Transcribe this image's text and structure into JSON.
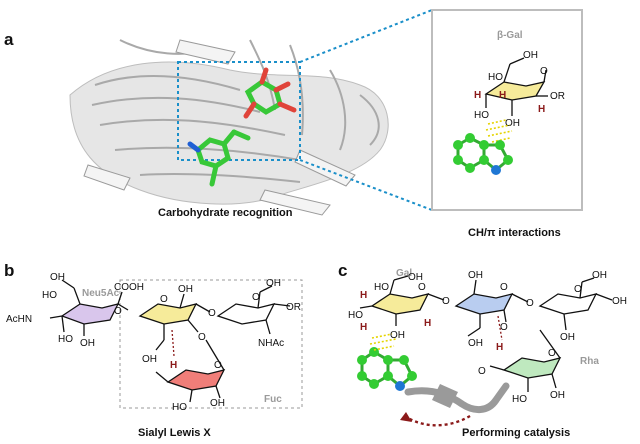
{
  "panels": {
    "a": {
      "label": "a",
      "caption": "Carbohydrate recognition",
      "inset_caption": "CH/π interactions",
      "inset_sugar": "β-Gal",
      "atoms": {
        "oh1": "OH",
        "oh2": "HO",
        "oh3": "HO",
        "oh4": "OH",
        "o": "O",
        "or": "OR",
        "h": "H"
      }
    },
    "b": {
      "label": "b",
      "caption": "Sialyl Lewis X",
      "sugars": {
        "neu5ac": "Neu5Ac",
        "fuc": "Fuc"
      },
      "atoms": {
        "achn": "AcHN",
        "cooh": "COOH",
        "nhac": "NHAc",
        "or": "OR",
        "oh": "OH",
        "ho": "HO",
        "o": "O",
        "h": "H"
      }
    },
    "c": {
      "label": "c",
      "caption": "Performing catalysis",
      "sugars": {
        "gal": "Gal",
        "rha": "Rha"
      },
      "atoms": {
        "oh": "OH",
        "ho": "HO",
        "o": "O",
        "h": "H"
      }
    }
  },
  "colors": {
    "gal_yellow": "#f6eb9a",
    "neu5ac_purple": "#d9c6ec",
    "fuc_red": "#f07e79",
    "glc_blue": "#b9cdf0",
    "rha_green": "#bfe9bf",
    "aromatic_green": "#33cc33",
    "nitrogen_blue": "#1f77d4",
    "dotted_blue": "#1a8fc9",
    "h_red": "#8b1a1a",
    "protein_gray": "#d9d9d9",
    "interaction_yellow": "#e5d400"
  }
}
